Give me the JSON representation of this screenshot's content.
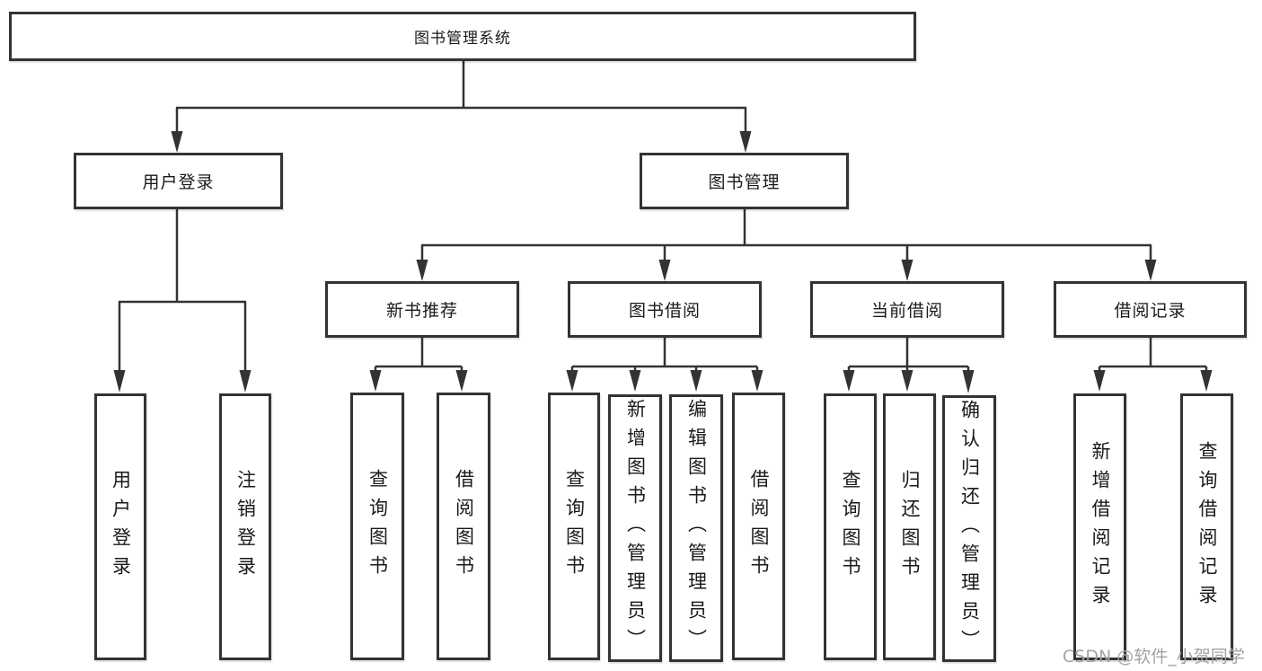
{
  "diagram": {
    "root": "图书管理系统",
    "branches": [
      {
        "label": "用户登录",
        "children": [
          "用户登录",
          "注销登录"
        ]
      },
      {
        "label": "图书管理",
        "children": [
          {
            "label": "新书推荐",
            "children": [
              "查询图书",
              "借阅图书"
            ]
          },
          {
            "label": "图书借阅",
            "children": [
              "查询图书",
              "新增图书（管理员）",
              "编辑图书（管理员）",
              "借阅图书"
            ]
          },
          {
            "label": "当前借阅",
            "children": [
              "查询图书",
              "归还图书",
              "确认归还（管理员）"
            ]
          },
          {
            "label": "借阅记录",
            "children": [
              "新增借阅记录",
              "查询借阅记录"
            ]
          }
        ]
      }
    ],
    "colors": {
      "line": "#333333",
      "box_border": "#333333",
      "text": "#1a1a1a",
      "background": "#ffffff"
    }
  },
  "watermark": {
    "text": "CSDN @软件_小贺同学",
    "color": "#a3a3a3"
  }
}
